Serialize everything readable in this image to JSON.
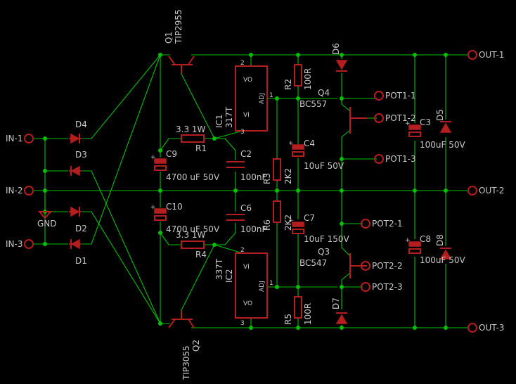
{
  "inputs": {
    "in1": "IN-1",
    "in2": "IN-2",
    "in3": "IN-3",
    "gnd": "GND"
  },
  "outputs": {
    "out1": "OUT-1",
    "out2": "OUT-2",
    "out3": "OUT-3"
  },
  "pots": {
    "p11": "POT1-1",
    "p12": "POT1-2",
    "p13": "POT1-3",
    "p21": "POT2-1",
    "p22": "POT2-2",
    "p23": "POT2-3"
  },
  "diodes": {
    "d1": "D1",
    "d2": "D2",
    "d3": "D3",
    "d4": "D4",
    "d5": "D5",
    "d6": "D6",
    "d7": "D7",
    "d8": "D8"
  },
  "q1": {
    "name": "Q1",
    "value": "TIP2955"
  },
  "q2": {
    "name": "Q2",
    "value": "TIP3055"
  },
  "q3": {
    "name": "Q3",
    "value": "BC547"
  },
  "q4": {
    "name": "Q4",
    "value": "BC557"
  },
  "ic1": {
    "name": "IC1",
    "value": "317T",
    "vo": "VO",
    "adj": "ADJ",
    "vi": "VI",
    "p1": "1",
    "p2": "2",
    "p3": "3"
  },
  "ic2": {
    "name": "IC2",
    "value": "337T",
    "vo": "VO",
    "adj": "ADJ",
    "vi": "VI",
    "p1": "1",
    "p2": "2",
    "p3": "3"
  },
  "r1": {
    "name": "R1",
    "value": "3.3 1W"
  },
  "r2": {
    "name": "R2",
    "value": "100R"
  },
  "r3": {
    "name": "R3",
    "value": "2K2"
  },
  "r4": {
    "name": "R4",
    "value": "3.3 1W"
  },
  "r5": {
    "name": "R5",
    "value": "100R"
  },
  "r6": {
    "name": "R6",
    "value": "2K2"
  },
  "c2": {
    "name": "C2",
    "value": "100nF"
  },
  "c3": {
    "name": "C3",
    "value": "100uF 50V"
  },
  "c4": {
    "name": "C4",
    "value": "10uF 50V"
  },
  "c6": {
    "name": "C6",
    "value": "100nF"
  },
  "c7": {
    "name": "C7",
    "value": "10uF 150V"
  },
  "c8": {
    "name": "C8",
    "value": "100uF 50V"
  },
  "c9": {
    "name": "C9",
    "value": "4700 uF 50V"
  },
  "c10": {
    "name": "C10",
    "value": "4700 uF 50V"
  },
  "colors": {
    "background": "#000000",
    "wire": "#00c000",
    "component": "#b41e1e",
    "text": "#c8c8c8"
  }
}
